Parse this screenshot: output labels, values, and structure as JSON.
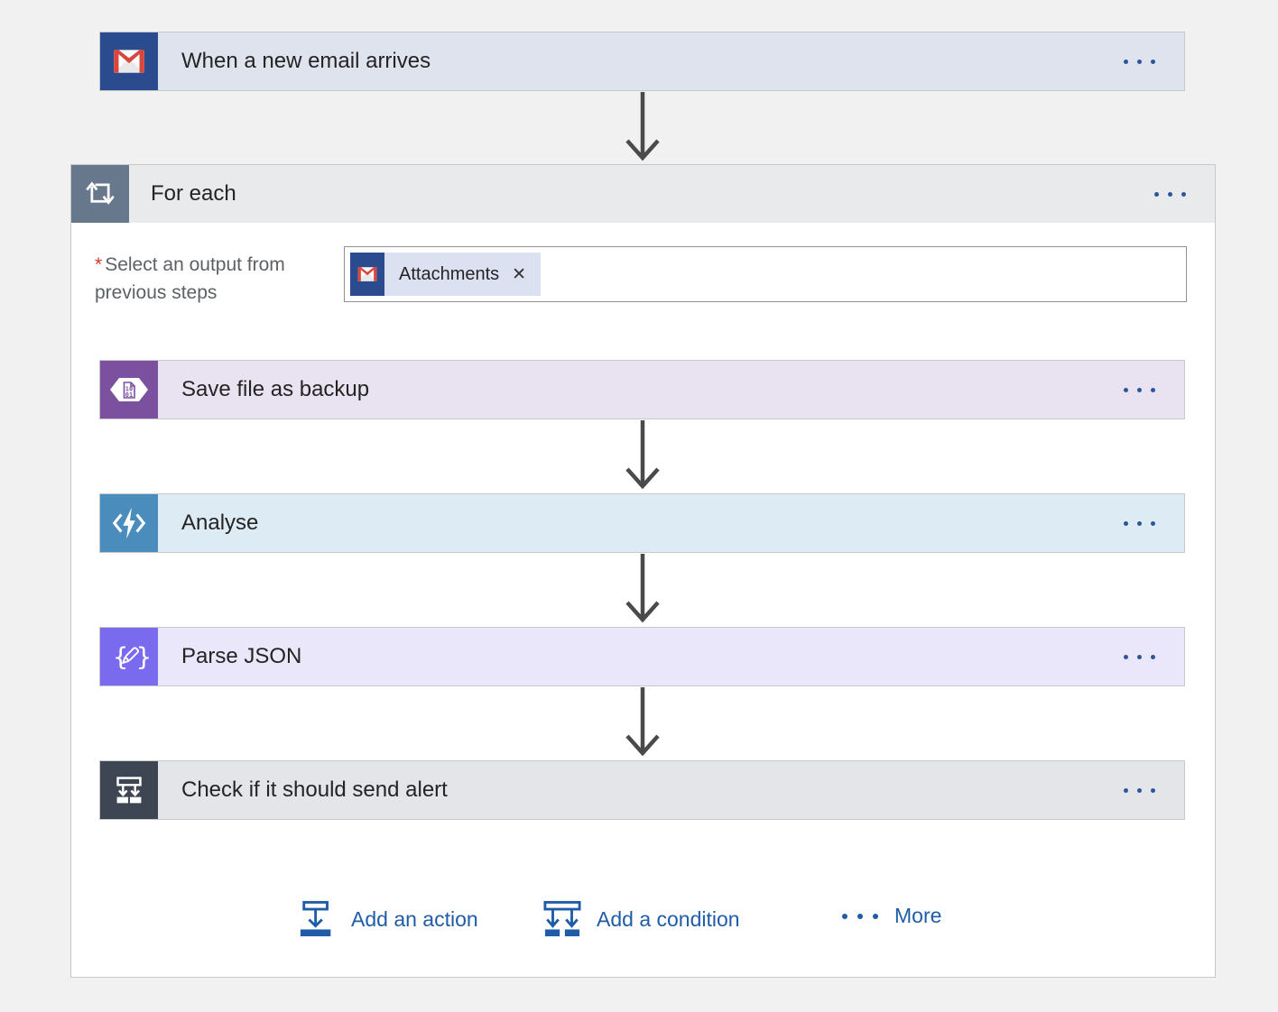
{
  "page": {
    "background": "#f1f1f2",
    "accent_blue": "#2b579a",
    "arrow_color": "#4a4a4a"
  },
  "trigger": {
    "title": "When a new email arrives",
    "icon": "gmail-icon",
    "card_bg": "#dfe3ee",
    "icon_bg": "#2a4b8e"
  },
  "foreach": {
    "title": "For each",
    "icon": "foreach-loop-icon",
    "icon_bg": "#68788c",
    "header_bg": "#e9eaec",
    "required_marker": "*",
    "output_label": "Select an output from previous steps",
    "token": {
      "icon": "gmail-icon",
      "label": "Attachments",
      "remove_glyph": "✕"
    },
    "steps": [
      {
        "title": "Save file as backup",
        "icon": "binary-file-icon",
        "card_bg": "#e9e2f1",
        "icon_bg": "#7b519f"
      },
      {
        "title": "Analyse",
        "icon": "function-bolt-icon",
        "card_bg": "#ddebf4",
        "icon_bg": "#4a8cbc"
      },
      {
        "title": "Parse JSON",
        "icon": "parse-json-icon",
        "card_bg": "#eae7fb",
        "icon_bg": "#7a6bee"
      },
      {
        "title": "Check if it should send alert",
        "icon": "condition-icon",
        "card_bg": "#e3e5e8",
        "icon_bg": "#3e4653"
      }
    ],
    "footer": {
      "add_action_label": "Add an action",
      "add_condition_label": "Add a condition",
      "more_label": "More"
    }
  }
}
